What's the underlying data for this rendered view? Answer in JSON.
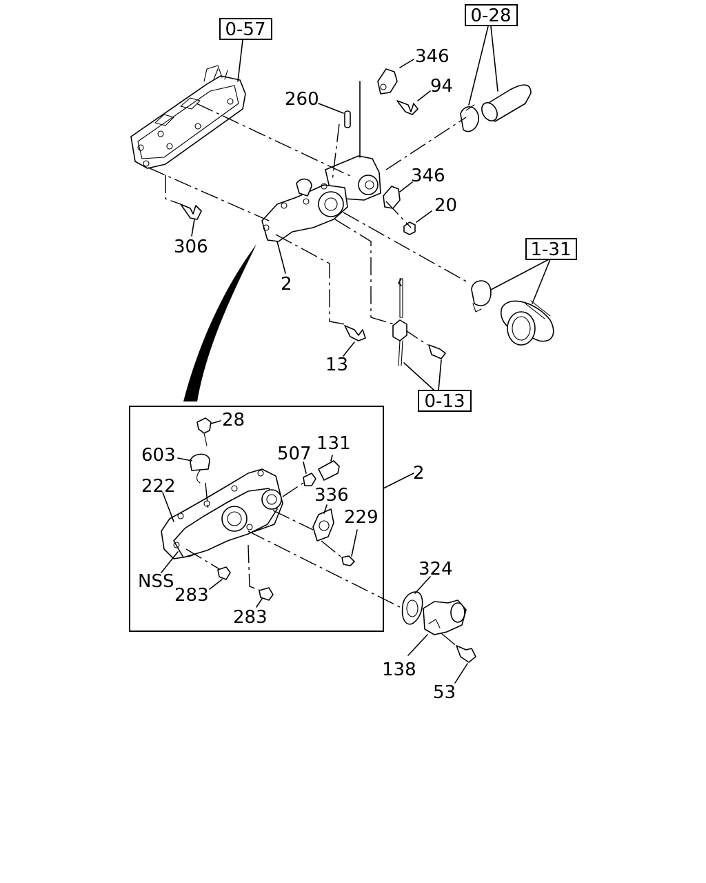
{
  "diagram": {
    "refs": {
      "r057": "0-57",
      "r028": "0-28",
      "r131": "1-31",
      "r013": "0-13"
    },
    "labels": {
      "p346a": "346",
      "p94": "94",
      "p260": "260",
      "p346b": "346",
      "p20": "20",
      "p306": "306",
      "p2a": "2",
      "p13": "13",
      "p28": "28",
      "p603": "603",
      "p507": "507",
      "p131": "131",
      "p2b": "2",
      "p222": "222",
      "p336": "336",
      "p229": "229",
      "pNSS": "NSS",
      "p283a": "283",
      "p283b": "283",
      "p324": "324",
      "p138": "138",
      "p53": "53"
    }
  }
}
